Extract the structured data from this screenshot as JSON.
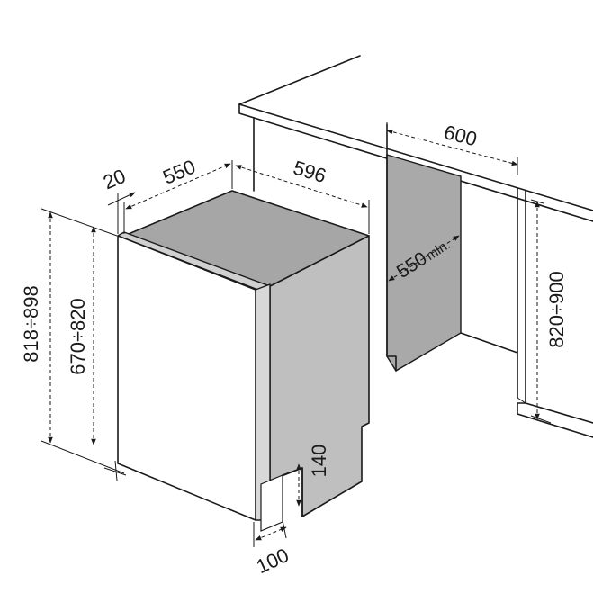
{
  "colors": {
    "ink": "#1a1a1a",
    "appliance_side": "#bfbfbf",
    "appliance_top": "#a6a6a6",
    "appliance_front": "#ffffff",
    "niche_wall": "#a9a9a9",
    "cabinet": "#ffffff"
  },
  "dimensions": {
    "niche_width": "600",
    "niche_depth": "550",
    "niche_depth_suffix": "min.",
    "niche_height": "820÷900",
    "unit_width": "596",
    "unit_depth": "550",
    "door_gap": "20",
    "total_height": "818÷898",
    "body_height": "670÷820",
    "plinth_height": "140",
    "plinth_depth": "100"
  }
}
